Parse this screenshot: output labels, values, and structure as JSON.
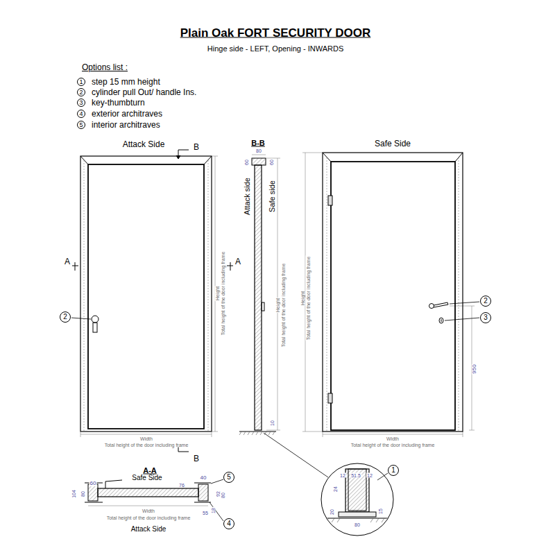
{
  "diagram": {
    "title": "Plain Oak FORT SECURITY DOOR",
    "nodes": [
      {
        "text": [
          "1"
        ]
      },
      {
        "text": [
          "2"
        ]
      },
      {
        "text": [
          "3"
        ]
      },
      {
        "text": [
          "4"
        ]
      },
      {
        "text": [
          "5"
        ]
      },
      {
        "text": [
          "2"
        ]
      },
      {
        "text": [
          "2"
        ]
      },
      {
        "text": [
          "3"
        ]
      },
      {
        "text": [
          "1"
        ]
      },
      {
        "text": [
          "5"
        ]
      },
      {
        "text": [
          "4"
        ]
      }
    ],
    "labels": [
      "Hinge side - LEFT, Opening - INWARDS",
      "Options list :",
      "step 15 mm height",
      "cylinder pull Out/ handle Ins.",
      "key-thumbturn",
      "exterior architraves",
      "interior architraves",
      "Attack Side",
      "B",
      "A",
      "A",
      "Height",
      "Total height of the door including frame",
      "Width",
      "Total height of the door including frame",
      "B",
      "B-B",
      "80",
      "60",
      "60",
      "Attack side",
      "Safe side",
      "Height",
      "Total height of the door including frame",
      "10",
      "Safe Side",
      "Height",
      "Total height of the door including frame",
      "950",
      "Width",
      "Total height of the door including frame",
      "A-A",
      "Safe Side",
      "60",
      "76",
      "40",
      "104",
      "80",
      "18",
      "92",
      "80",
      "55",
      "Width",
      "Total height of the door including frame",
      "Attack Side",
      "12",
      "51.5",
      "12",
      "24",
      "20",
      "15",
      "80"
    ]
  }
}
